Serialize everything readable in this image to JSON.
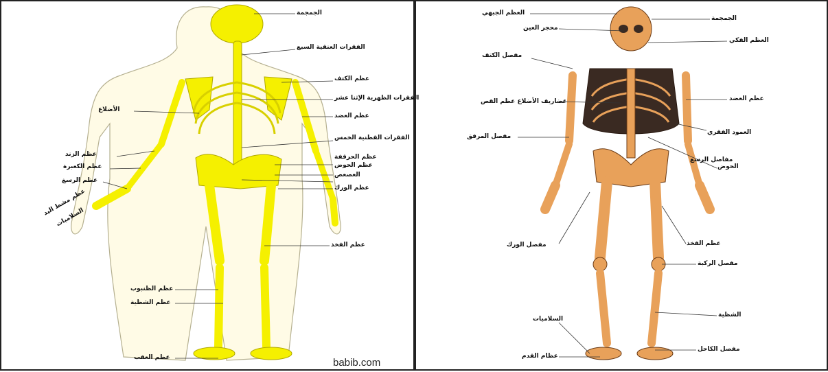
{
  "left_panel": {
    "figure_color": "#f2ec2a",
    "bone_color": "#f5f000",
    "watermark": "babib.com",
    "labels": {
      "skull": "الجمجمة",
      "cervical": "الفقرات العنقية السبع",
      "scapula": "عظم الكتف",
      "thoracic": "الفقرات الظهرية الإثنا عشر",
      "humerus": "عظم العضد",
      "ribs": "الأضلاع",
      "lumbar": "الفقرات القطنية الخمس",
      "radius": "عظم الزند",
      "ulna": "عظم الكعبرة",
      "hip": "عظم الحرقفة",
      "wrist": "عظم الرسغ",
      "pelvis": "عظم الحوض",
      "sacrum": "العصعص",
      "metacarpals": "عظم مشط اليد",
      "phalanges": "السلاميات",
      "femur_back": "عظم الورك",
      "femur": "عظم الفخذ",
      "tibia": "عظم الظنبوب",
      "fibula": "عظم الشظية",
      "heel": "عظم العقب"
    }
  },
  "right_panel": {
    "bone_color": "#e8a15a",
    "joint_color": "#3a2a22",
    "labels": {
      "frontal": "العظم الجبهي",
      "skull": "الجمجمة",
      "orbit": "محجر العين",
      "jaw": "العظم الفكي",
      "shoulder": "مفصل الكتف",
      "humerus": "عظم العضد",
      "ribs_cartilage": "غضاريف الأضلاع عظم القص",
      "spine": "العمود الفقري",
      "elbow": "مفصل المرفق",
      "pelvis": "الحوض",
      "wrist": "مفاصل الرسغ",
      "femur": "عظم الفخذ",
      "knee": "مفصل الركبة",
      "hip_joint": "مفصل الورك",
      "tibia": "الشظية",
      "phalanges": "السلاميات",
      "ankle": "مفصل الكاحل",
      "foot": "عظام القدم"
    }
  }
}
